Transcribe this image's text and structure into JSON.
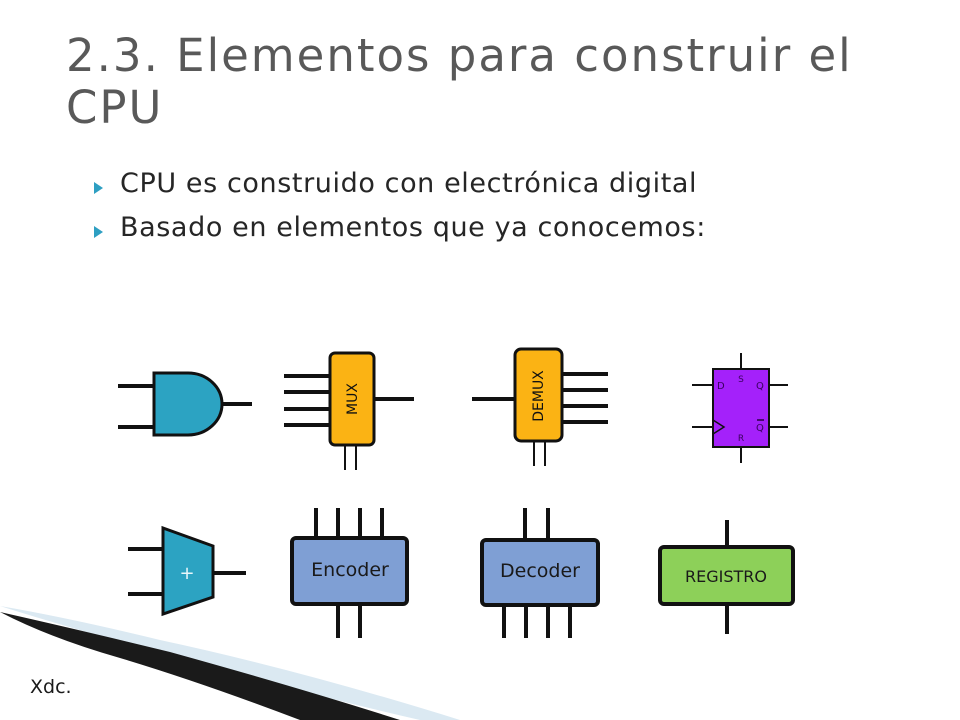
{
  "slide": {
    "title": "2.3. Elementos para construir el CPU",
    "bullets": [
      "CPU es construido con electrónica digital",
      "Basado en elementos que ya conocemos:"
    ],
    "footer": "Xdc."
  },
  "components": {
    "mux": "MUX",
    "demux": "DEMUX",
    "flipflop": {
      "s": "S",
      "d": "D",
      "q": "Q",
      "qbar": "Q",
      "r": "R"
    },
    "adder": "+",
    "encoder": "Encoder",
    "decoder": "Decoder",
    "register": "REGISTRO"
  },
  "colors": {
    "and_gate": "#2ca3c2",
    "mux": "#fbb314",
    "flipflop": "#a421fa",
    "adder": "#2ca3c2",
    "encoder": "#7f9fd4",
    "register": "#8dd059",
    "bullet": "#2e9fc2",
    "title": "#595959"
  }
}
